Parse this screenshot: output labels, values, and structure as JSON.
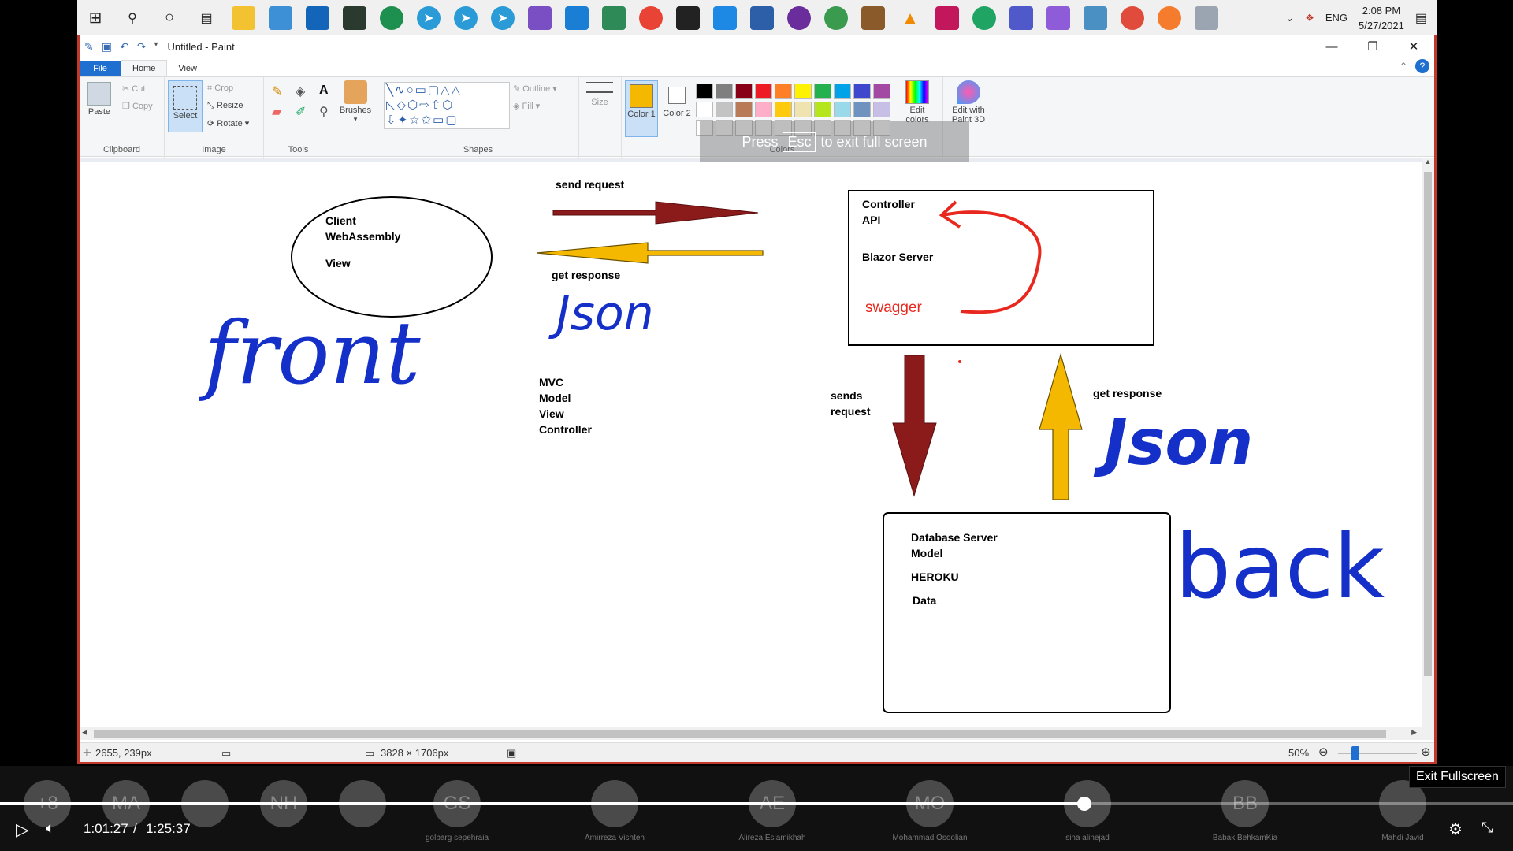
{
  "taskbar": {
    "icons": [
      "windows-start-icon",
      "search-icon",
      "cortana-icon",
      "task-view-icon",
      "file-explorer-icon",
      "laptop-icon",
      "terminal-icon",
      "app-icon",
      "whatsapp-icon",
      "telegram-icon",
      "telegram-icon-2",
      "telegram-badge-icon",
      "visual-studio-icon",
      "vscode-icon",
      "excel-like-icon",
      "chrome-icon",
      "app-orange-icon",
      "app-blue-icon",
      "virtualbox-icon",
      "tor-icon",
      "globe-icon",
      "books-icon",
      "vlc-icon",
      "pdf-icon",
      "chrome-green-icon",
      "teams-icon",
      "visual-studio-2-icon",
      "app-tool-icon",
      "app-red-icon",
      "app-orange-2-icon",
      "app-pen-icon"
    ],
    "lang": "ENG",
    "time": "2:08 PM",
    "date": "5/27/2021"
  },
  "paint": {
    "title": "Untitled - Paint",
    "tabs": {
      "file": "File",
      "home": "Home",
      "view": "View"
    },
    "ribbon": {
      "paste": "Paste",
      "cut": "Cut",
      "copy": "Copy",
      "clipboard": "Clipboard",
      "select": "Select",
      "crop": "Crop",
      "resize": "Resize",
      "rotate": "Rotate",
      "image": "Image",
      "tools": "Tools",
      "brushes": "Brushes",
      "outline": "Outline",
      "fill": "Fill",
      "shapes": "Shapes",
      "size": "Size",
      "color1": "Color 1",
      "color2": "Color 2",
      "edit_colors": "Edit colors",
      "edit_paint3d": "Edit with Paint 3D",
      "colors": "Colors"
    },
    "palette": [
      "#000000",
      "#7f7f7f",
      "#880015",
      "#ed1c24",
      "#ff7f27",
      "#fff200",
      "#22b14c",
      "#00a2e8",
      "#3f48cc",
      "#a349a4",
      "#ffffff",
      "#c3c3c3",
      "#b97a57",
      "#ffaec9",
      "#ffc90e",
      "#efe4b0",
      "#b5e61d",
      "#99d9ea",
      "#7092be",
      "#c8bfe7",
      "#ffffff",
      "#ffffff",
      "#ffffff",
      "#ffffff",
      "#ffffff",
      "#ffffff",
      "#ffffff",
      "#ffffff",
      "#ffffff",
      "#ffffff"
    ],
    "color1": "#f5b800",
    "color2": "#ffffff",
    "fullscreen_notice": {
      "press": "Press",
      "esc": "Esc",
      "rest": "to exit full screen"
    },
    "status": {
      "cursor": "2655, 239px",
      "size": "3828 × 1706px",
      "zoom": "50%"
    }
  },
  "drawing": {
    "send_request": "send request",
    "get_response_1": "get response",
    "client_lines": [
      "Client",
      "WebAssembly",
      "View"
    ],
    "front": "front",
    "json_1": "Json",
    "mvc_lines": [
      "MVC",
      "Model",
      "View",
      "Controller"
    ],
    "controller_lines": [
      "Controller",
      "API",
      "Blazor Server"
    ],
    "swagger": "swagger",
    "sends_request_lines": [
      "sends",
      "request"
    ],
    "get_response_2": "get response",
    "json_2": "Json",
    "db_lines": [
      "Database Server",
      "Model",
      "HEROKU",
      "Data"
    ],
    "back": "back",
    "colors": {
      "dark_red": "#8b1a1a",
      "gold": "#f5b800",
      "red": "#e8281e",
      "blue": "#1530c8"
    }
  },
  "meeting": {
    "participants": [
      {
        "initials": "+8",
        "name": ""
      },
      {
        "initials": "MA",
        "name": ""
      },
      {
        "initials": "",
        "name": ""
      },
      {
        "initials": "NH",
        "name": ""
      },
      {
        "initials": "",
        "name": ""
      },
      {
        "initials": "GS",
        "name": "golbarg sepehraia"
      },
      {
        "initials": "",
        "name": "Amirreza Vishteh"
      },
      {
        "initials": "AE",
        "name": "Alireza Eslamikhah"
      },
      {
        "initials": "MO",
        "name": "Mohammad Osoolian"
      },
      {
        "initials": "",
        "name": "sina alinejad"
      },
      {
        "initials": "BB",
        "name": "Babak BehkamKia"
      },
      {
        "initials": "",
        "name": "Mahdi Javid"
      }
    ],
    "progress": 0.7165,
    "current_time": "1:01:27",
    "separator": "/",
    "total_time": "1:25:37",
    "exit_fullscreen": "Exit Fullscreen"
  }
}
